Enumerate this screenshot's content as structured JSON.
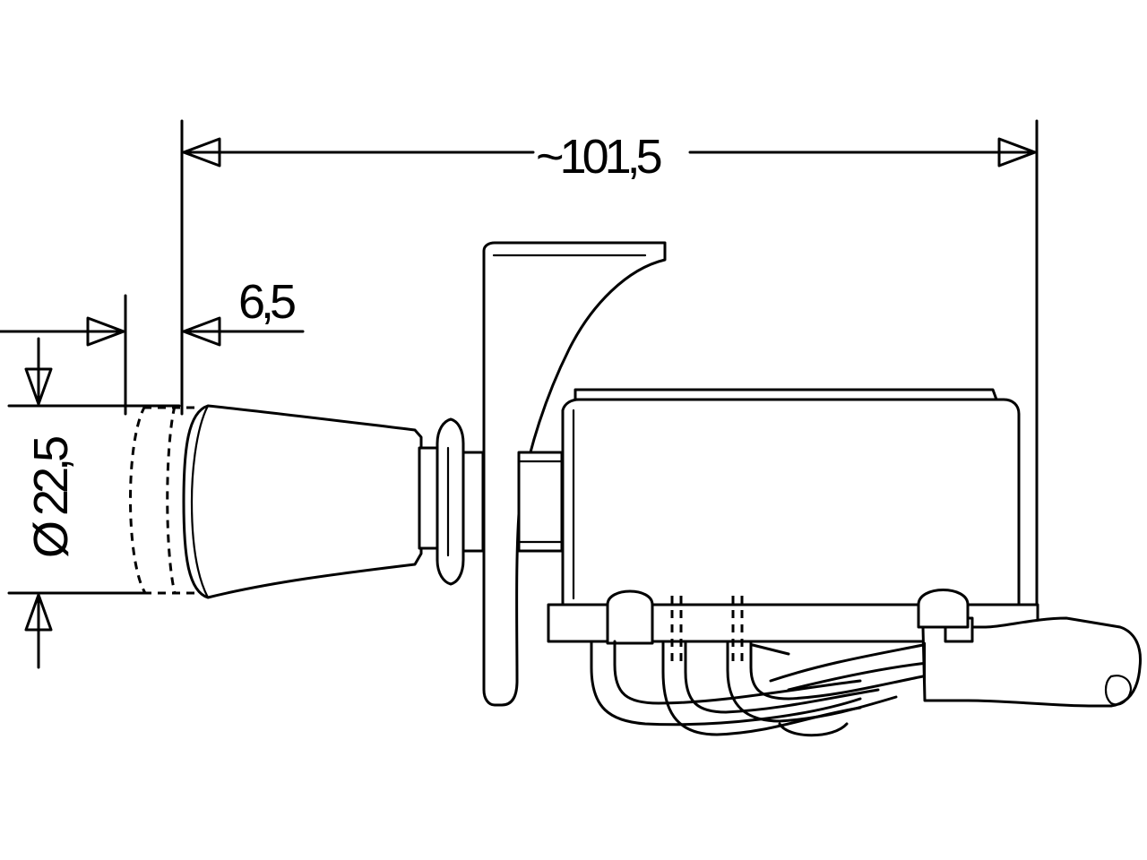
{
  "dimensions": {
    "overall_length": "~101,5",
    "offset": "6,5",
    "diameter": "Ø 22,5"
  },
  "colors": {
    "line": "#000000",
    "background": "#ffffff"
  }
}
